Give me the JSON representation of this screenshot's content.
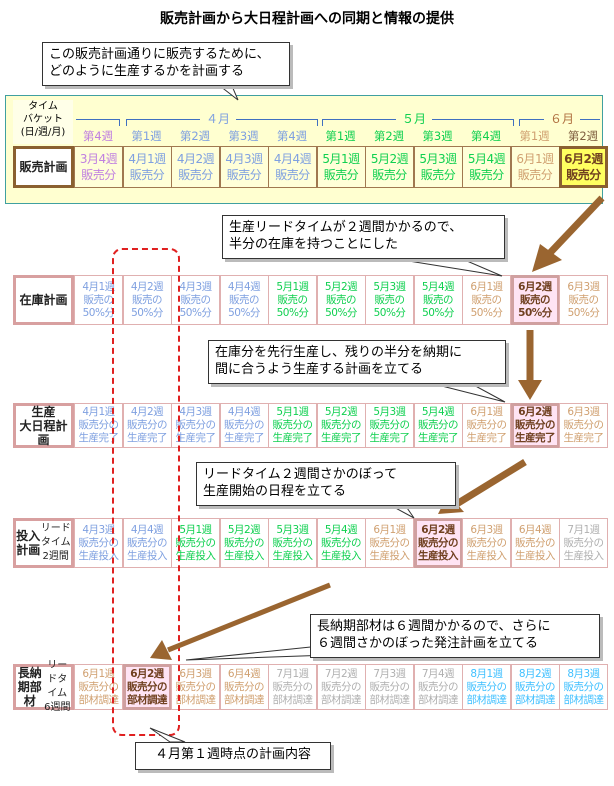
{
  "title": "販売計画から大日程計画への同期と情報の提供",
  "colors": {
    "3": "#c080e0",
    "4": "#7fa0e0",
    "5": "#10d050",
    "6": "#d0a070",
    "7": "#b0b0b0",
    "8": "#40c0ff",
    "arrow": "#9a6530"
  },
  "callouts": [
    "この販売計画通りに販売するために、\nどのように生産するかを計画する",
    "生産リードタイムが２週間かかるので、\n半分の在庫を持つことにした",
    "在庫分を先行生産し、残りの半分を納期に\n間に合うよう生産する計画を立てる",
    "リードタイム２週間さかのぼって\n生産開始の日程を立てる",
    "長納期部材は６週間かかるので、さらに\n６週間さかのぼった発注計画を立てる",
    "４月第１週時点の計画内容"
  ],
  "header": {
    "bucket_label": "タイム\nバケット\n(日/週/月)",
    "months": [
      "４月",
      "５月",
      "６月"
    ],
    "weeks": [
      {
        "t": "第4週",
        "m": "3"
      },
      {
        "t": "第1週",
        "m": "4"
      },
      {
        "t": "第2週",
        "m": "4"
      },
      {
        "t": "第3週",
        "m": "4"
      },
      {
        "t": "第4週",
        "m": "4"
      },
      {
        "t": "第1週",
        "m": "5"
      },
      {
        "t": "第2週",
        "m": "5"
      },
      {
        "t": "第3週",
        "m": "5"
      },
      {
        "t": "第4週",
        "m": "5"
      },
      {
        "t": "第1週",
        "m": "6"
      },
      {
        "t": "第2週",
        "m": "6"
      }
    ]
  },
  "rows": [
    {
      "label": "販売計画",
      "sub": "",
      "kind": "sales",
      "cells": [
        {
          "t": "3月4週\n販売分",
          "m": "3"
        },
        {
          "t": "4月1週\n販売分",
          "m": "4"
        },
        {
          "t": "4月2週\n販売分",
          "m": "4"
        },
        {
          "t": "4月3週\n販売分",
          "m": "4"
        },
        {
          "t": "4月4週\n販売分",
          "m": "4"
        },
        {
          "t": "5月1週\n販売分",
          "m": "5"
        },
        {
          "t": "5月2週\n販売分",
          "m": "5"
        },
        {
          "t": "5月3週\n販売分",
          "m": "5"
        },
        {
          "t": "5月4週\n販売分",
          "m": "5"
        },
        {
          "t": "6月1週\n販売分",
          "m": "6"
        },
        {
          "t": "6月2週\n販売分",
          "m": "6",
          "hl": true
        }
      ]
    },
    {
      "label": "在庫計画",
      "sub": "",
      "kind": "inv",
      "cells": [
        {
          "t": "4月1週\n販売の\n50%分",
          "m": "4"
        },
        {
          "t": "4月2週\n販売の\n50%分",
          "m": "4"
        },
        {
          "t": "4月3週\n販売の\n50%分",
          "m": "4"
        },
        {
          "t": "4月4週\n販売の\n50%分",
          "m": "4"
        },
        {
          "t": "5月1週\n販売の\n50%分",
          "m": "5"
        },
        {
          "t": "5月2週\n販売の\n50%分",
          "m": "5"
        },
        {
          "t": "5月3週\n販売の\n50%分",
          "m": "5"
        },
        {
          "t": "5月4週\n販売の\n50%分",
          "m": "5"
        },
        {
          "t": "6月1週\n販売の\n50%分",
          "m": "6"
        },
        {
          "t": "6月2週\n販売の\n50%分",
          "m": "6",
          "hl": true
        },
        {
          "t": "6月3週\n販売の\n50%分",
          "m": "6"
        }
      ]
    },
    {
      "label": "生産\n大日程計画",
      "sub": "",
      "kind": "prod",
      "cells": [
        {
          "t": "4月1週\n販売分の\n生産完了",
          "m": "4"
        },
        {
          "t": "4月2週\n販売分の\n生産完了",
          "m": "4"
        },
        {
          "t": "4月3週\n販売分の\n生産完了",
          "m": "4"
        },
        {
          "t": "4月4週\n販売分の\n生産完了",
          "m": "4"
        },
        {
          "t": "5月1週\n販売分の\n生産完了",
          "m": "5"
        },
        {
          "t": "5月2週\n販売分の\n生産完了",
          "m": "5"
        },
        {
          "t": "5月3週\n販売分の\n生産完了",
          "m": "5"
        },
        {
          "t": "5月4週\n販売分の\n生産完了",
          "m": "5"
        },
        {
          "t": "6月1週\n販売分の\n生産完了",
          "m": "6"
        },
        {
          "t": "6月2週\n販売分の\n生産完了",
          "m": "6",
          "hl": true
        },
        {
          "t": "6月3週\n販売分の\n生産完了",
          "m": "6"
        }
      ]
    },
    {
      "label": "投入計画",
      "sub": "リードタイム\n2週間",
      "kind": "input",
      "cells": [
        {
          "t": "4月3週\n販売分の\n生産投入",
          "m": "4"
        },
        {
          "t": "4月4週\n販売分の\n生産投入",
          "m": "4"
        },
        {
          "t": "5月1週\n販売分の\n生産投入",
          "m": "5"
        },
        {
          "t": "5月2週\n販売分の\n生産投入",
          "m": "5"
        },
        {
          "t": "5月3週\n販売分の\n生産投入",
          "m": "5"
        },
        {
          "t": "5月4週\n販売分の\n生産投入",
          "m": "5"
        },
        {
          "t": "6月1週\n販売分の\n生産投入",
          "m": "6"
        },
        {
          "t": "6月2週\n販売分の\n生産投入",
          "m": "6",
          "hl": true
        },
        {
          "t": "6月3週\n販売分の\n生産投入",
          "m": "6"
        },
        {
          "t": "6月4週\n販売分の\n生産投入",
          "m": "6"
        },
        {
          "t": "7月1週\n販売分の\n生産投入",
          "m": "7"
        }
      ]
    },
    {
      "label": "長納期部材",
      "sub": "リードタイム\n6週間",
      "kind": "long",
      "cells": [
        {
          "t": "6月1週\n販売分の\n部材調達",
          "m": "6"
        },
        {
          "t": "6月2週\n販売分の\n部材調達",
          "m": "6",
          "hl": true
        },
        {
          "t": "6月3週\n販売分の\n部材調達",
          "m": "6"
        },
        {
          "t": "6月4週\n販売分の\n部材調達",
          "m": "6"
        },
        {
          "t": "7月1週\n販売分の\n部材調達",
          "m": "7"
        },
        {
          "t": "7月2週\n販売分の\n部材調達",
          "m": "7"
        },
        {
          "t": "7月3週\n販売分の\n部材調達",
          "m": "7"
        },
        {
          "t": "7月4週\n販売分の\n部材調達",
          "m": "7"
        },
        {
          "t": "8月1週\n販売分の\n部材調達",
          "m": "8"
        },
        {
          "t": "8月2週\n販売分の\n部材調達",
          "m": "8"
        },
        {
          "t": "8月3週\n販売分の\n部材調達",
          "m": "8"
        }
      ]
    }
  ]
}
